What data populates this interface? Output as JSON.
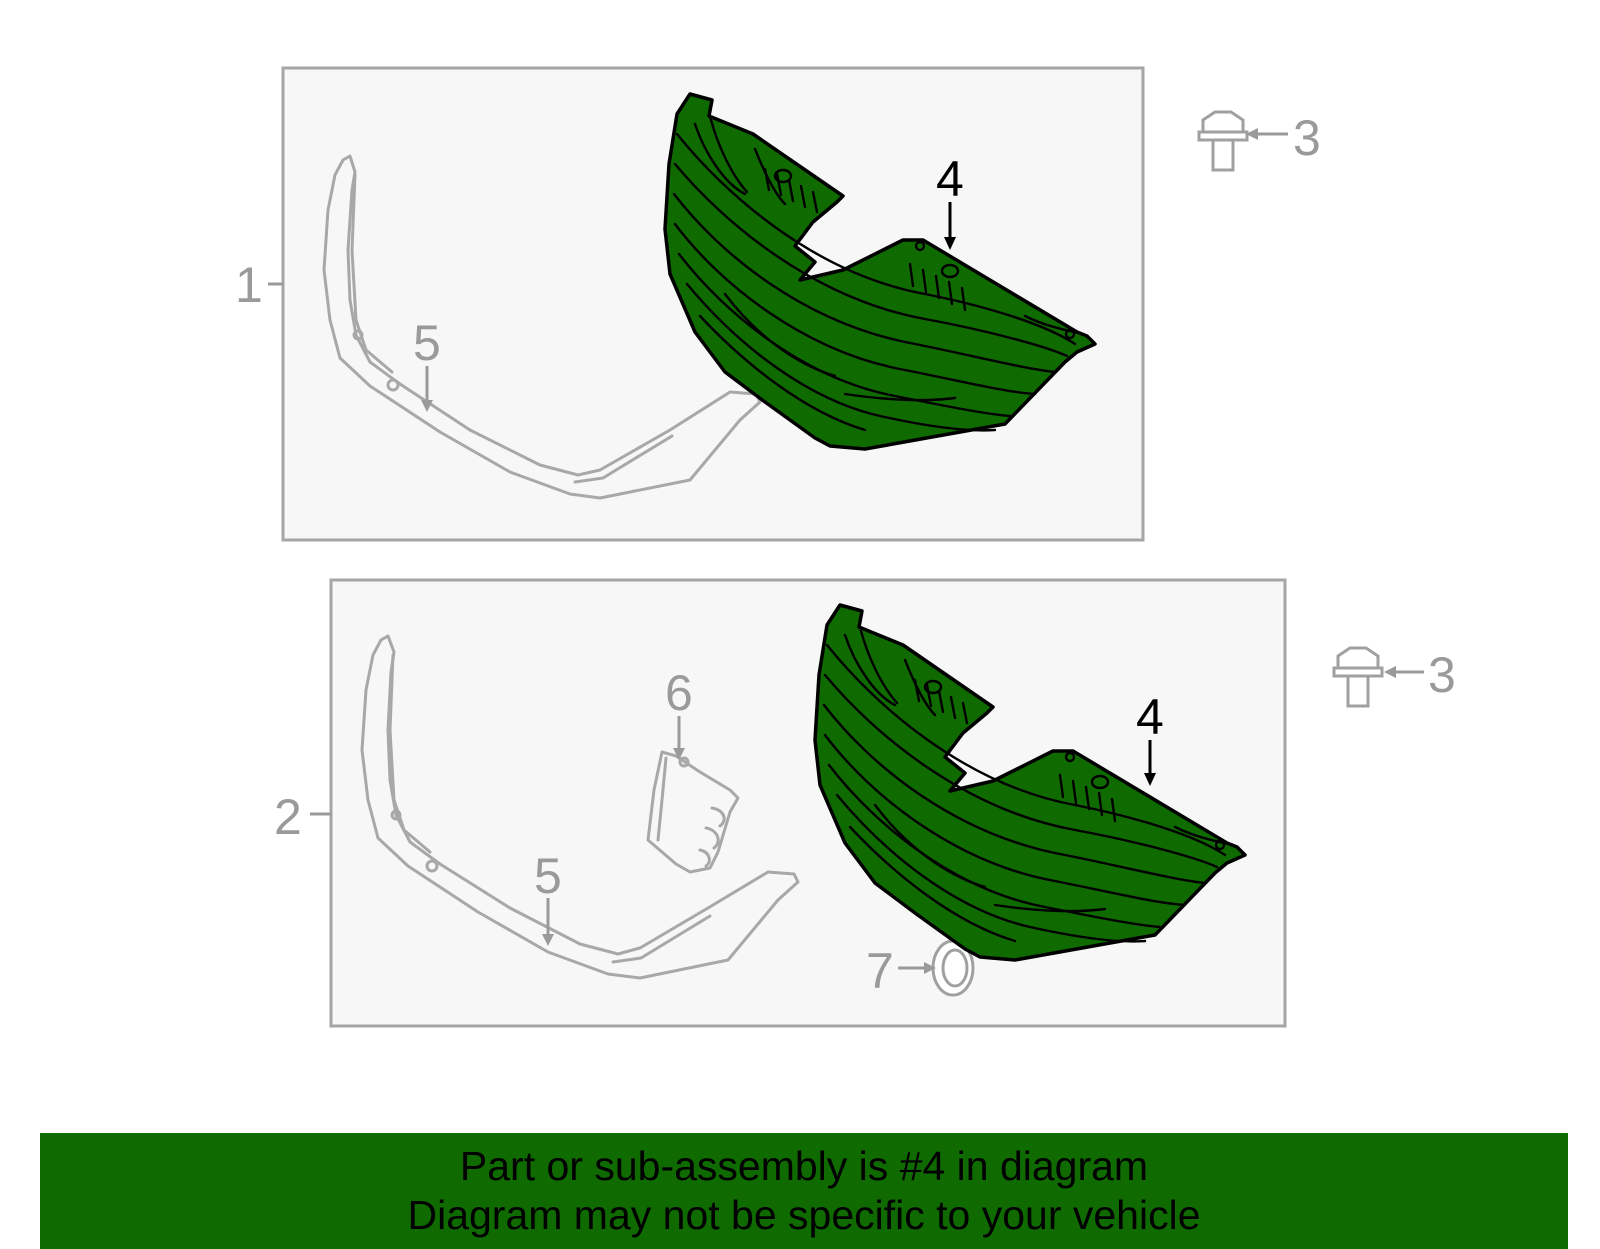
{
  "callouts": {
    "assembly_1": "1",
    "assembly_2": "2",
    "bolt_top": "3",
    "bolt_bottom": "3",
    "grille_top": "4",
    "grille_bottom": "4",
    "molding_top": "5",
    "molding_bottom": "5",
    "bracket": "6",
    "clip": "7"
  },
  "banner": {
    "line1": "Part or sub-assembly is #4 in diagram",
    "line2": "Diagram may not be specific to your vehicle"
  },
  "colors": {
    "highlight": "#0f6b00",
    "banner_bg": "#0f6b00",
    "panel_fill": "#f7f7f7",
    "panel_border": "#a5a5a5",
    "ghost_part": "#a8a8a8"
  }
}
